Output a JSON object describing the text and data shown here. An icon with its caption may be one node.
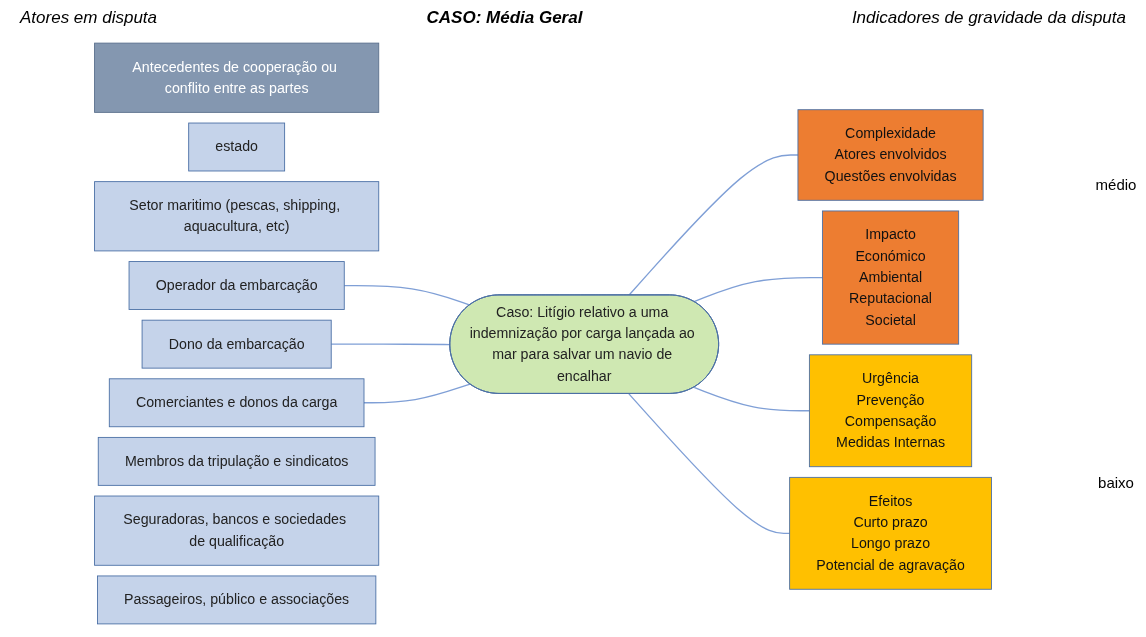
{
  "diagram": {
    "title": "CASO: Média Geral",
    "nodes": [
      {
        "text": [
          "Antecedentes de cooperação ou conflito entre as partes"
        ]
      },
      {
        "text": [
          "estado"
        ]
      },
      {
        "text": [
          "Setor maritimo (pescas, shipping, aquacultura, etc)"
        ]
      },
      {
        "text": [
          "Operador da embarcação"
        ]
      },
      {
        "text": [
          "Dono da embarcação"
        ]
      },
      {
        "text": [
          "Comerciantes e donos da carga"
        ]
      },
      {
        "text": [
          "Membros da tripulação e sindicatos"
        ]
      },
      {
        "text": [
          "Seguradoras, bancos e sociedades de qualificação"
        ]
      },
      {
        "text": [
          "Passageiros, público e associações"
        ]
      },
      {
        "text": [
          "Caso: Litígio relativo a uma indemnização por carga lançada ao mar para salvar um navio de encalhar"
        ]
      },
      {
        "text": [
          "Complexidade",
          "Atores envolvidos",
          "Questões envolvidas"
        ]
      },
      {
        "text": [
          "Impacto",
          "Económico",
          "Ambiental",
          "Reputacional",
          "Societal"
        ]
      },
      {
        "text": [
          "Urgência",
          "Prevenção",
          "Compensação",
          "Medidas Internas"
        ]
      },
      {
        "text": [
          "Efeitos",
          "Curto prazo",
          "Longo prazo",
          "Potencial de agravação"
        ]
      }
    ],
    "edges": [
      {
        "from": 3,
        "to": 9,
        "arrow": "none"
      },
      {
        "from": 4,
        "to": 9,
        "arrow": "none"
      },
      {
        "from": 5,
        "to": 9,
        "arrow": "none"
      },
      {
        "from": 9,
        "to": 10,
        "arrow": "none"
      },
      {
        "from": 9,
        "to": 11,
        "arrow": "none"
      },
      {
        "from": 9,
        "to": 12,
        "arrow": "none"
      },
      {
        "from": 9,
        "to": 13,
        "arrow": "none"
      }
    ],
    "labels": [
      "Atores em disputa",
      "Indicadores de gravidade da disputa",
      "médio",
      "baixo"
    ]
  }
}
